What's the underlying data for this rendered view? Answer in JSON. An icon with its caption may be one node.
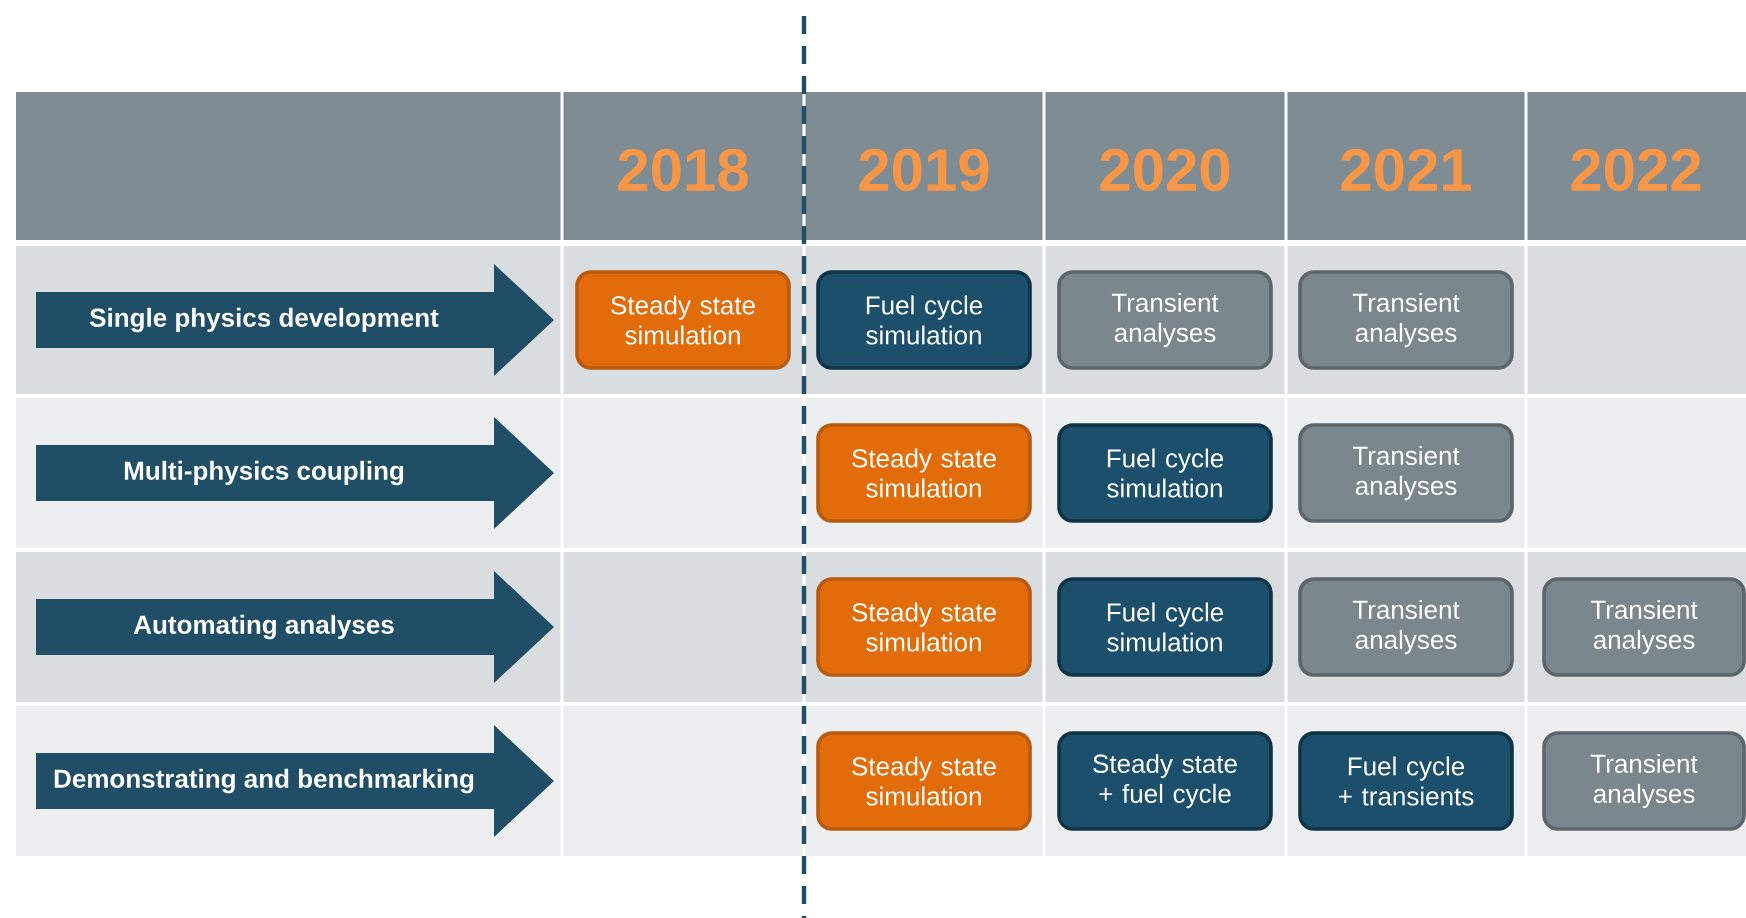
{
  "diagram": {
    "nodes": [
      {
        "text": [
          "Single physics development"
        ]
      },
      {
        "text": [
          "Steady state simulation"
        ]
      },
      {
        "text": [
          "Fuel cycle simulation"
        ]
      },
      {
        "text": [
          "Transient analyses"
        ]
      },
      {
        "text": [
          "Transient analyses"
        ]
      },
      {
        "text": [
          "Multi-physics coupling"
        ]
      },
      {
        "text": [
          "Steady state simulation"
        ]
      },
      {
        "text": [
          "Fuel cycle simulation"
        ]
      },
      {
        "text": [
          "Transient analyses"
        ]
      },
      {
        "text": [
          "Automating analyses"
        ]
      },
      {
        "text": [
          "Steady state simulation"
        ]
      },
      {
        "text": [
          "Fuel cycle simulation"
        ]
      },
      {
        "text": [
          "Transient analyses"
        ]
      },
      {
        "text": [
          "Transient analyses"
        ]
      },
      {
        "text": [
          "Demonstrating and benchmarking"
        ]
      },
      {
        "text": [
          "Steady state simulation"
        ]
      },
      {
        "text": [
          "Steady state + fuel cycle"
        ]
      },
      {
        "text": [
          "Fuel cycle + transients"
        ]
      },
      {
        "text": [
          "Transient analyses"
        ]
      }
    ],
    "labels": [
      "2018",
      "2019",
      "2020",
      "2021",
      "2022"
    ]
  }
}
